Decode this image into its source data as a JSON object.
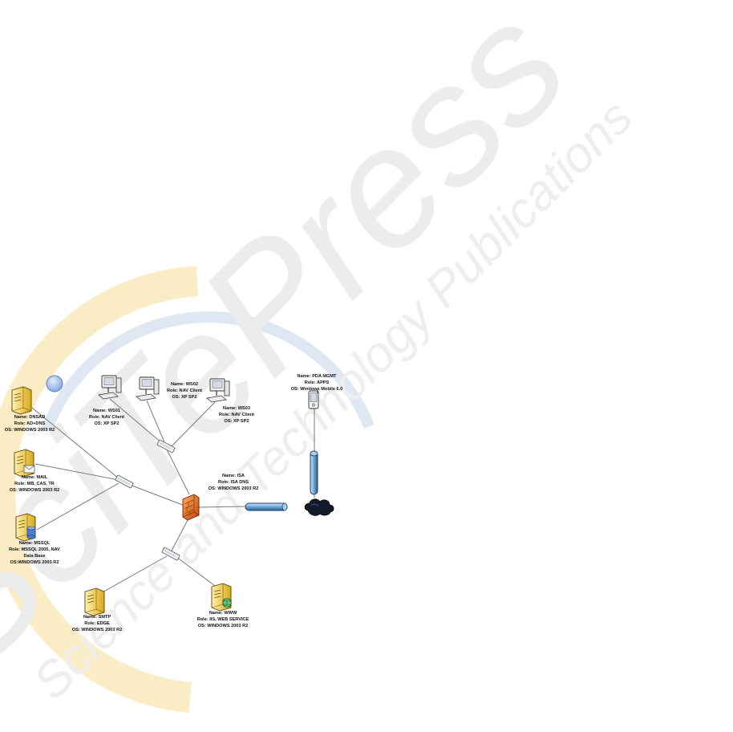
{
  "watermark": {
    "brand": "SciTePress",
    "tagline": "Science and Technology Publications",
    "colors": {
      "grey": "#e6e6e6",
      "yellow": "#faecc4",
      "blue": "#dfe7f3"
    }
  },
  "colors": {
    "link": "#7a7a7a",
    "tube": "#7fb3e0",
    "firewall": "#e8711b",
    "server": "#f1c93c",
    "cloud": "#101828",
    "marker": "#8fb3e8"
  },
  "nodes": {
    "dns": {
      "name": "Name: DNSAD",
      "role": "Role: AD+DNS",
      "os": "OS: WINDOWS 2003 R2",
      "icon": "server-icon"
    },
    "mail": {
      "name": "Name: MAIL",
      "role": "Role: MB, CAS, TR",
      "os": "OS: WINDOWS 2003 R2",
      "icon": "mail-server-icon"
    },
    "mssql": {
      "name": "Name: MSSQL",
      "role": "Role: MSSQL 2005, NAV",
      "role2": "Data Base",
      "os": "OS:WINDOWS 2003 R2",
      "icon": "database-server-icon"
    },
    "ws01": {
      "name": "Name: WS01",
      "role": "Role: NAV Client",
      "os": "OS: XP SP2",
      "icon": "workstation-icon"
    },
    "ws02": {
      "name": "Name: WS02",
      "role": "Role: NAV Client",
      "os": "OS: XP SP2",
      "icon": "workstation-icon"
    },
    "ws03": {
      "name": "Name: WS03",
      "role": "Role: NAV Client",
      "os": "OS: XP SP2",
      "icon": "workstation-icon"
    },
    "isa": {
      "name": "Name: ISA",
      "role": "Role: ISA DNS",
      "os": "OS: WINDOWS 2003 R2",
      "icon": "firewall-icon"
    },
    "pda": {
      "name": "Name: PDA MGMT",
      "role": "Role: APPS",
      "os": "OS: Windows Mobile 6.0",
      "icon": "pda-icon"
    },
    "smtp": {
      "name": "Name: SMTP",
      "role": "Role: EDGE",
      "os": "OS: WINDOWS 2003 R2",
      "icon": "server-icon"
    },
    "www": {
      "name": "Name: WWW",
      "role": "Role: IIS, WEB SERVICE",
      "os": "OS: WINDOWS 2003 R2",
      "icon": "web-server-icon"
    },
    "internet": {
      "icon": "cloud-icon"
    }
  }
}
